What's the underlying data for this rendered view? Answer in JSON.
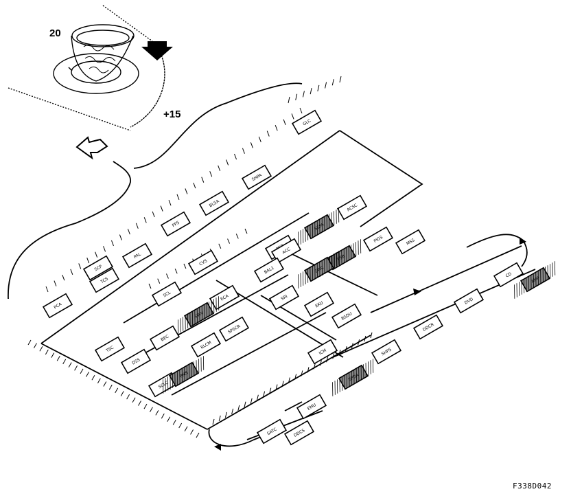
{
  "callouts": {
    "part_number": "20",
    "torque_offset": "+15"
  },
  "figure_reference": "F338D042",
  "modules": [
    {
      "id": "m01",
      "label": "GLC",
      "hatched": false
    },
    {
      "id": "m02",
      "label": "SHPA",
      "hatched": false
    },
    {
      "id": "m03",
      "label": "BLSA",
      "hatched": false
    },
    {
      "id": "m04",
      "label": "PPS",
      "hatched": false
    },
    {
      "id": "m05",
      "label": "PAL",
      "hatched": false
    },
    {
      "id": "m06",
      "label": "SCP",
      "hatched": false
    },
    {
      "id": "m07",
      "label": "TCS",
      "hatched": false
    },
    {
      "id": "m08",
      "label": "PCA",
      "hatched": false
    },
    {
      "id": "m09",
      "label": "ACSC",
      "hatched": false
    },
    {
      "id": "m10",
      "label": "SSPA",
      "hatched": true
    },
    {
      "id": "m11",
      "label": "PSD",
      "hatched": false
    },
    {
      "id": "m12",
      "label": "CVS",
      "hatched": false
    },
    {
      "id": "m13",
      "label": "ACC",
      "hatched": false
    },
    {
      "id": "m14",
      "label": "PIGS",
      "hatched": false
    },
    {
      "id": "m15",
      "label": "MSS",
      "hatched": false
    },
    {
      "id": "m16",
      "label": "BAL1",
      "hatched": false
    },
    {
      "id": "m17",
      "label": "SCL",
      "hatched": false
    },
    {
      "id": "m18",
      "label": "ECA",
      "hatched": false
    },
    {
      "id": "m19",
      "label": "SWV",
      "hatched": true
    },
    {
      "id": "m20",
      "label": "PSB",
      "hatched": true
    },
    {
      "id": "m21",
      "label": "SRI",
      "hatched": false
    },
    {
      "id": "m22",
      "label": "EKU",
      "hatched": false
    },
    {
      "id": "m23",
      "label": "SWC",
      "hatched": true
    },
    {
      "id": "m24",
      "label": "BEC",
      "hatched": false
    },
    {
      "id": "m25",
      "label": "BSDU",
      "hatched": false
    },
    {
      "id": "m26",
      "label": "SPSCR",
      "hatched": false
    },
    {
      "id": "m27",
      "label": "TSC",
      "hatched": false
    },
    {
      "id": "m28",
      "label": "DSS",
      "hatched": false
    },
    {
      "id": "m29",
      "label": "RLCM",
      "hatched": false
    },
    {
      "id": "m30",
      "label": "SPDA",
      "hatched": true
    },
    {
      "id": "m31",
      "label": "SCLC",
      "hatched": false
    },
    {
      "id": "m32",
      "label": "ICM",
      "hatched": false
    },
    {
      "id": "m33",
      "label": "PMS",
      "hatched": true
    },
    {
      "id": "m34",
      "label": "SHPS",
      "hatched": false
    },
    {
      "id": "m35",
      "label": "DDCR",
      "hatched": false
    },
    {
      "id": "m36",
      "label": "DVD",
      "hatched": false
    },
    {
      "id": "m37",
      "label": "CD",
      "hatched": false
    },
    {
      "id": "m38",
      "label": "AMP",
      "hatched": true
    },
    {
      "id": "m39",
      "label": "EMU",
      "hatched": false
    },
    {
      "id": "m40",
      "label": "SATC",
      "hatched": false
    },
    {
      "id": "m41",
      "label": "DDCS",
      "hatched": false
    }
  ]
}
